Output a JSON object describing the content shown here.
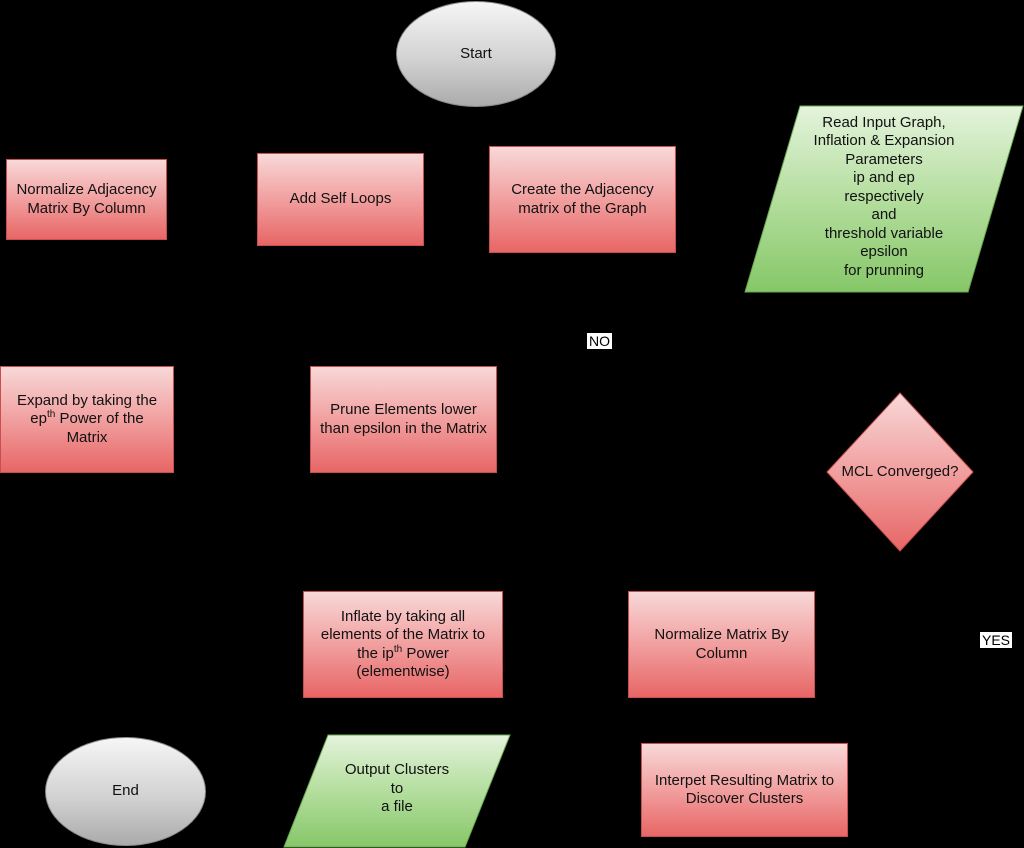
{
  "nodes": {
    "start": "Start",
    "read_input": [
      "Read Input Graph,",
      "Inflation & Expansion",
      "Parameters",
      "ip and ep",
      "respectively",
      "and",
      "threshold variable",
      "epsilon",
      "for prunning"
    ],
    "create_adjacency": [
      "Create the Adjacency",
      "matrix of the Graph"
    ],
    "add_self_loops": "Add Self Loops",
    "normalize_adjacency": [
      "Normalize Adjacency",
      "Matrix By Column"
    ],
    "expand": {
      "pre": "Expand by taking the",
      "base": "ep",
      "sup": "th",
      "post": " Power of the",
      "last": "Matrix"
    },
    "prune": [
      "Prune Elements lower",
      "than epsilon in the Matrix"
    ],
    "converged": "MCL Converged?",
    "inflate": {
      "l1": "Inflate by taking all",
      "l2": "elements of the Matrix to",
      "pre": "the ",
      "base": "ip",
      "sup": "th",
      "post": " Power",
      "l4": "(elementwise)"
    },
    "normalize_matrix": [
      "Normalize Matrix By",
      "Column"
    ],
    "interpret": [
      "Interpet Resulting Matrix to",
      "Discover Clusters"
    ],
    "output": [
      "Output Clusters",
      "to",
      "a file"
    ],
    "end": "End"
  },
  "edge_labels": {
    "no": "NO",
    "yes": "YES"
  },
  "colors": {
    "process_fill": "#f2a5a5",
    "io_fill": "#a8d890",
    "terminal_fill": "#d2d2d2",
    "background": "#000000"
  }
}
